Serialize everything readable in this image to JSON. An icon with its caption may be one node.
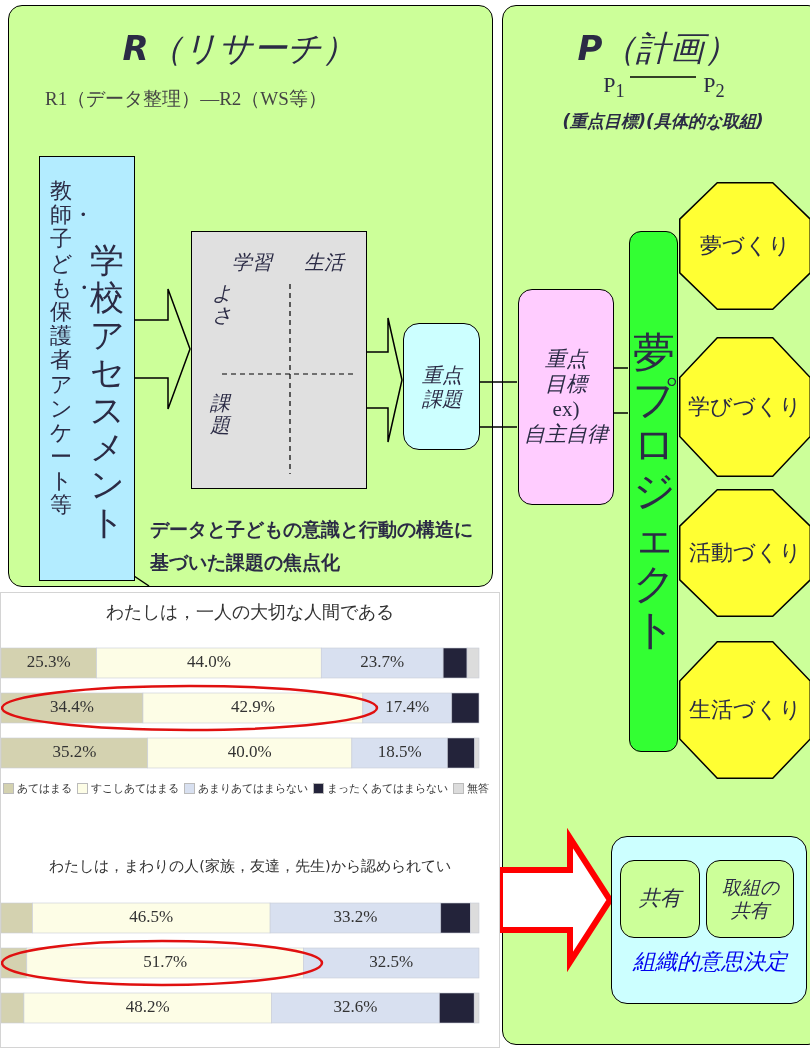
{
  "diagram": {
    "nodes": [
      {
        "text": [
          "**R**（リサーチ）",
          "R1（データ整理）—R2（WS等）"
        ]
      },
      {
        "text": [
          "教師・子ども・保護者アンケート等",
          "学校アセスメント"
        ],
        "in": 0
      },
      {
        "text": [
          "学習",
          "生活",
          "よさ",
          "課題"
        ],
        "in": 0
      },
      {
        "text": [
          "重点課題"
        ],
        "in": 0
      },
      {
        "text": [
          "データと子どもの意識と行動の構造に基づいた課題の焦点化"
        ],
        "in": 0
      },
      {
        "text": [
          "**P**（計画）",
          "(重点目標)(具体的な取組)"
        ]
      },
      {
        "text": [
          "P$_{1}$"
        ],
        "in": 5
      },
      {
        "text": [
          "P$_{2}$"
        ],
        "in": 5
      },
      {
        "text": [
          "重点目標",
          "ex)",
          "自主自律"
        ],
        "in": 5
      },
      {
        "text": [
          "夢プロジェクト"
        ],
        "in": 5
      },
      {
        "text": [
          "夢づくり"
        ],
        "in": 5
      },
      {
        "text": [
          "学びづくり"
        ],
        "in": 5
      },
      {
        "text": [
          "活動づくり"
        ],
        "in": 5
      },
      {
        "text": [
          "生活づくり"
        ],
        "in": 5
      },
      {
        "text": [
          "組織的意思決定"
        ],
        "in": 5
      },
      {
        "text": [
          "共有"
        ],
        "in": 14
      },
      {
        "text": [
          "取組の共有"
        ],
        "in": 14
      },
      {
        "text": [],
        "shape": "box"
      }
    ],
    "edges": [
      {
        "from": 1,
        "to": 2,
        "arrow": "to",
        "style": "thick"
      },
      {
        "from": 2,
        "to": 3,
        "arrow": "to",
        "style": "thick"
      },
      {
        "from": 3,
        "to": 8,
        "arrow": "none"
      },
      {
        "from": 8,
        "to": 9,
        "arrow": "none"
      },
      {
        "from": 4,
        "to": 1,
        "arrow": "none"
      },
      {
        "from": 6,
        "to": 7,
        "arrow": "none"
      },
      {
        "from": 17,
        "to": 14,
        "arrow": "to",
        "style": "thick",
        "color": "#ff0000"
      }
    ],
    "labels": [
      "わたしは，一人の大切な人間である",
      "25.3%",
      "44.0%",
      "23.7%",
      "34.4%",
      "42.9%",
      "17.4%",
      "35.2%",
      "40.0%",
      "18.5%",
      "わたしは，まわりの人(家族，友達，先生)から認められてい",
      "46.5%",
      "33.2%",
      "51.7%",
      "32.5%",
      "48.2%",
      "32.6%"
    ],
    "legend": [
      {
        "text": "あてはまる",
        "color": "#d4d2b0"
      },
      {
        "text": "すこしあてはまる",
        "color": "#fdfde6"
      },
      {
        "text": "あまりあてはまらない",
        "color": "#d8e0f0"
      },
      {
        "text": "まったくあてはまらない",
        "color": "#23233a"
      },
      {
        "text": "無答",
        "color": "#dcdcdc"
      }
    ]
  }
}
